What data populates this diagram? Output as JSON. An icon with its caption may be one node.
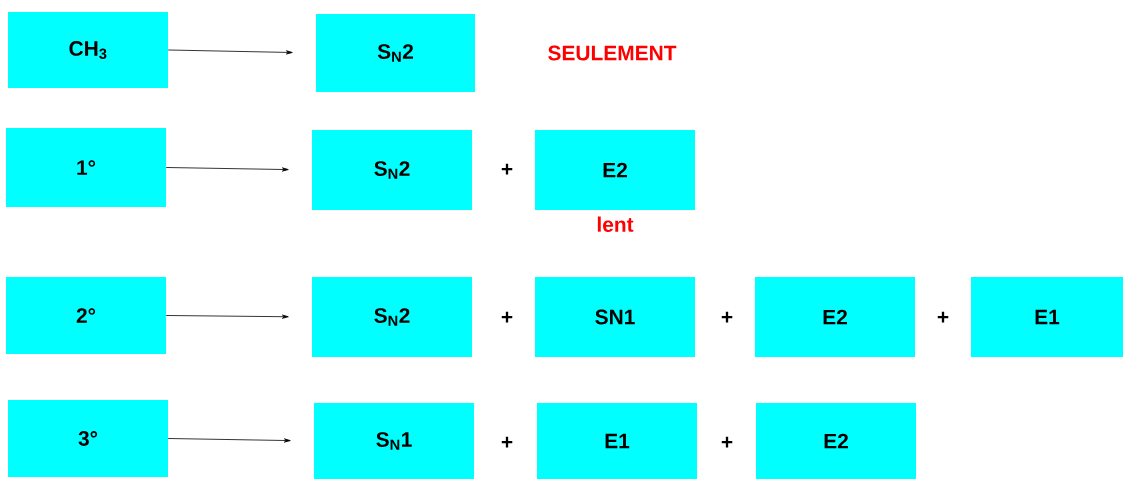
{
  "diagram": {
    "nodes": [
      {
        "text": [
          "CH$_{3}$"
        ]
      },
      {
        "text": [
          "S$_{N}$2"
        ]
      },
      {
        "text": [
          "1°"
        ]
      },
      {
        "text": [
          "S$_{N}$2"
        ]
      },
      {
        "text": [
          "E2"
        ],
        "beside": [
          "lent"
        ]
      },
      {
        "text": [
          "2°"
        ]
      },
      {
        "text": [
          "S$_{N}$2"
        ]
      },
      {
        "text": [
          "SN1"
        ]
      },
      {
        "text": [
          "E2"
        ]
      },
      {
        "text": [
          "E1"
        ]
      },
      {
        "text": [
          "3°"
        ]
      },
      {
        "text": [
          "S$_{N}$1"
        ]
      },
      {
        "text": [
          "E1"
        ]
      },
      {
        "text": [
          "E2"
        ]
      }
    ],
    "edges": [
      {
        "from": 0,
        "to": 1,
        "arrow": "to"
      },
      {
        "from": 2,
        "to": 3,
        "arrow": "to"
      },
      {
        "from": 5,
        "to": 6,
        "arrow": "to"
      },
      {
        "from": 10,
        "to": 11,
        "arrow": "to"
      }
    ],
    "labels": [
      "SEULEMENT",
      "+",
      "+",
      "+",
      "+",
      "+",
      "+"
    ]
  }
}
